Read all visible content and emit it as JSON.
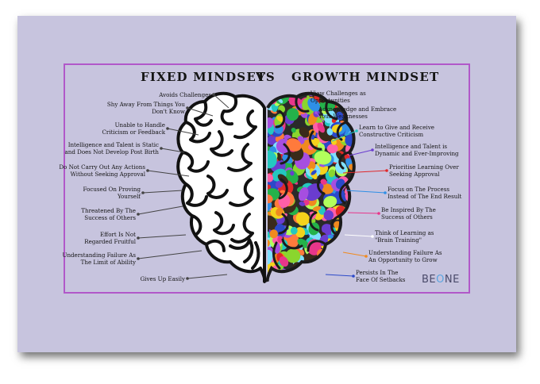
{
  "title": {
    "left": "FIXED MINDSET",
    "vs": "VS",
    "right": "GROWTH MINDSET"
  },
  "fixed": [
    {
      "line1": "Avoids Challenges",
      "line2": ""
    },
    {
      "line1": "Shy Away From Things You",
      "line2": "Don't Know"
    },
    {
      "line1": "Unable to Handle",
      "line2": "Criticism or Feedback"
    },
    {
      "line1": "Intelligence and Talent is Static",
      "line2": "and Does Not Develop Post Birth"
    },
    {
      "line1": "Do Not Carry Out Any Actions",
      "line2": "Without Seeking Approval"
    },
    {
      "line1": "Focused On Proving",
      "line2": "Yourself"
    },
    {
      "line1": "Threatened By The",
      "line2": "Success of Others"
    },
    {
      "line1": "Effort Is Not",
      "line2": "Regarded Fruitful"
    },
    {
      "line1": "Understanding Failure As",
      "line2": "The Limit of Ability"
    },
    {
      "line1": "Gives Up Easily",
      "line2": ""
    }
  ],
  "growth": [
    {
      "line1": "View Challenges as",
      "line2": "Opportunities",
      "color": "#8ad62e"
    },
    {
      "line1": "Acknowledge and Embrace",
      "line2": "Your Weaknesses",
      "color": "#a64ee0"
    },
    {
      "line1": "Learn to Give and Receive",
      "line2": "Constructive Criticism",
      "color": "#24c7c0"
    },
    {
      "line1": "Intelligence and Talent is",
      "line2": "Dynamic and Ever-Improving",
      "color": "#6a3ccf"
    },
    {
      "line1": "Prioritise Learning Over",
      "line2": "Seeking Approval",
      "color": "#e0282a"
    },
    {
      "line1": "Focus on The Process",
      "line2": "Instead of The End Result",
      "color": "#2f8fe6"
    },
    {
      "line1": "Be Inspired By The",
      "line2": "Success of Others",
      "color": "#e8368a"
    },
    {
      "line1": "Think of Learning as",
      "line2": "\"Brain Training\"",
      "color": "#ffffff"
    },
    {
      "line1": "Understanding Failure As",
      "line2": "An Opportunity to Grow",
      "color": "#f08a1e"
    },
    {
      "line1": "Persists In The",
      "line2": "Face Of Setbacks",
      "color": "#2b49c9"
    }
  ],
  "logo": {
    "be": "BE",
    "o": "O",
    "ne": "NE"
  },
  "colors": {
    "background": "#c7c4de",
    "frame": "#b158c9"
  }
}
